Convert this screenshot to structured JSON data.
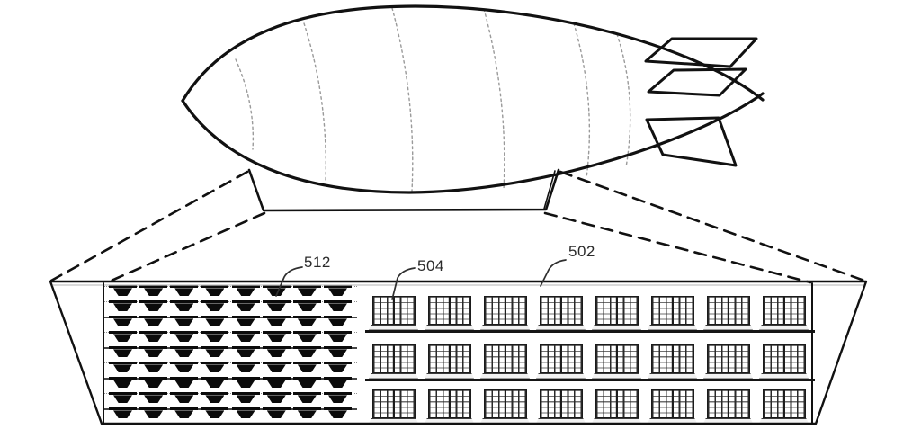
{
  "figure": {
    "background": "#ffffff",
    "ink": "#111111",
    "shelf_color": "#151515",
    "callouts": [
      {
        "text": "512"
      },
      {
        "text": "504"
      },
      {
        "text": "502"
      }
    ],
    "airship": {
      "seam_count": 6,
      "tail_fin_count": 3
    },
    "cargo_bay": {
      "left_region": {
        "rows": 9,
        "bins_per_row": 8,
        "bin_color": "#0b0b0b"
      },
      "right_region": {
        "shelves": 3,
        "crates_per_shelf": 8
      }
    }
  }
}
